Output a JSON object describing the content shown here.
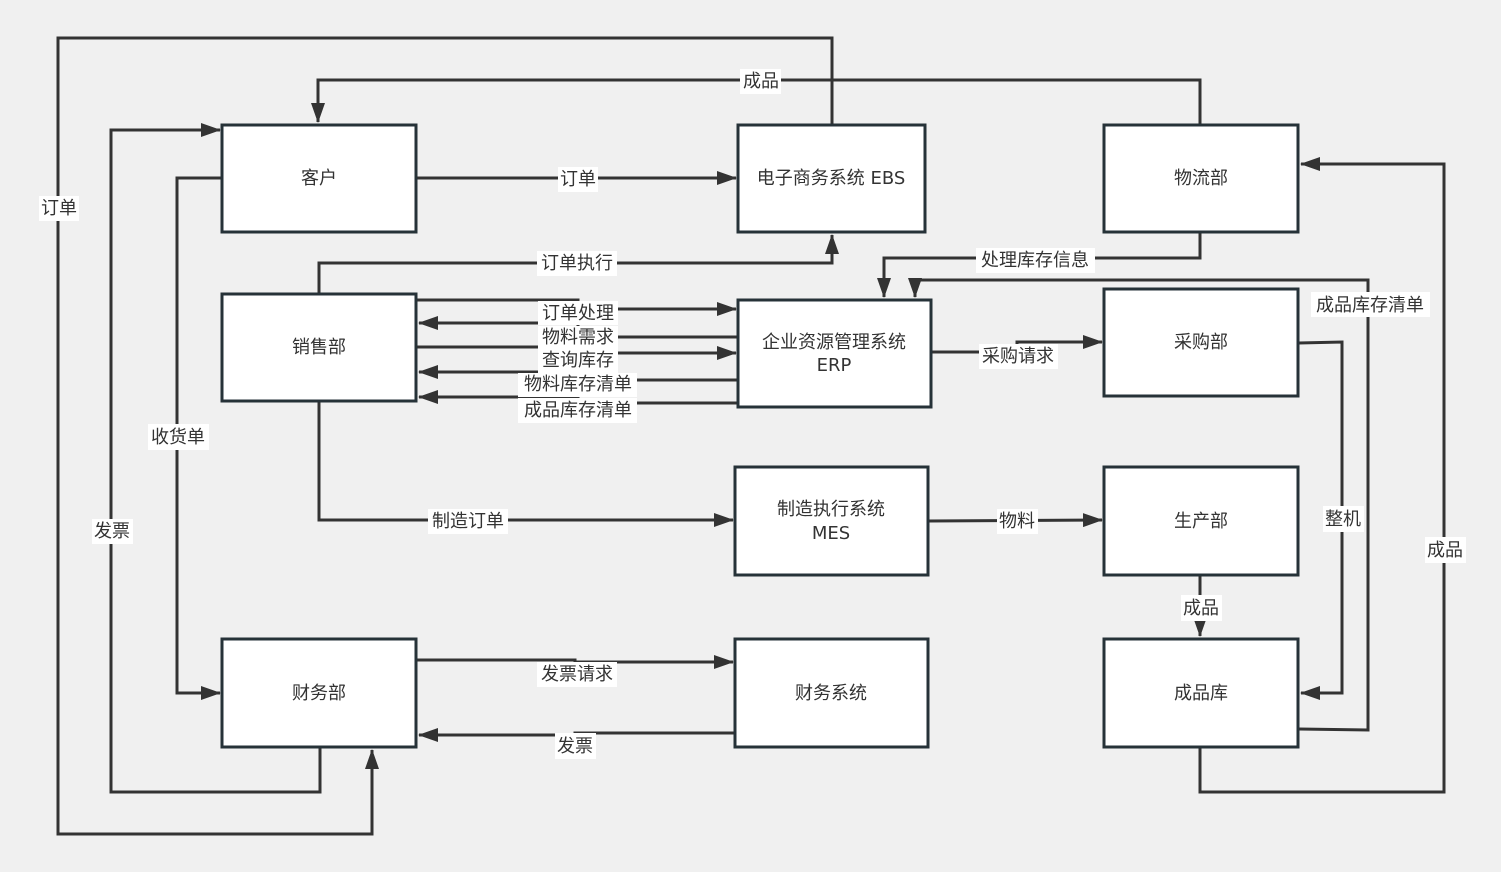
{
  "diagram": {
    "nodes": {
      "customer": {
        "label": "客户"
      },
      "ebs": {
        "label": "电子商务系统 EBS"
      },
      "logistics": {
        "label": "物流部"
      },
      "sales": {
        "label": "销售部"
      },
      "erp": {
        "label_line1": "企业资源管理系统",
        "label_line2": "ERP"
      },
      "purchasing": {
        "label": "采购部"
      },
      "mes": {
        "label_line1": "制造执行系统",
        "label_line2": "MES"
      },
      "production": {
        "label": "生产部"
      },
      "finance": {
        "label": "财务部"
      },
      "finance_system": {
        "label": "财务系统"
      },
      "warehouse": {
        "label": "成品库"
      }
    },
    "edges": {
      "order_outer": {
        "label": "订单",
        "from": "ebs",
        "to": "finance"
      },
      "finished_goods_top": {
        "label": "成品",
        "from": "logistics",
        "to": "customer"
      },
      "order": {
        "label": "订单",
        "from": "customer",
        "to": "ebs"
      },
      "order_execution": {
        "label": "订单执行",
        "from": "sales",
        "to": "ebs"
      },
      "inventory_info": {
        "label": "处理库存信息",
        "from": "logistics",
        "to": "erp"
      },
      "order_processing": {
        "label": "订单处理",
        "from": "sales",
        "to": "erp"
      },
      "material_demand": {
        "label": "物料需求",
        "from": "erp",
        "to": "sales"
      },
      "query_inventory": {
        "label": "查询库存",
        "from": "sales",
        "to": "erp"
      },
      "material_inventory_list": {
        "label": "物料库存清单",
        "from": "erp",
        "to": "sales"
      },
      "product_inventory_list_left": {
        "label": "成品库存清单",
        "from": "erp",
        "to": "sales"
      },
      "purchase_request": {
        "label": "采购请求",
        "from": "erp",
        "to": "purchasing"
      },
      "product_inventory_list_right": {
        "label": "成品库存清单",
        "from": "warehouse",
        "to": "erp"
      },
      "receipt": {
        "label": "收货单",
        "from": "customer",
        "to": "finance"
      },
      "invoice_left": {
        "label": "发票",
        "from": "finance",
        "to": "customer"
      },
      "manufacturing_order": {
        "label": "制造订单",
        "from": "sales",
        "to": "mes"
      },
      "material": {
        "label": "物料",
        "from": "mes",
        "to": "production"
      },
      "complete_machine": {
        "label": "整机",
        "from": "purchasing",
        "to": "warehouse"
      },
      "finished_goods_right": {
        "label": "成品",
        "from": "warehouse",
        "to": "logistics"
      },
      "finished_goods_down": {
        "label": "成品",
        "from": "production",
        "to": "warehouse"
      },
      "invoice_request": {
        "label": "发票请求",
        "from": "finance",
        "to": "finance_system"
      },
      "invoice_bottom": {
        "label": "发票",
        "from": "finance_system",
        "to": "finance"
      }
    }
  }
}
